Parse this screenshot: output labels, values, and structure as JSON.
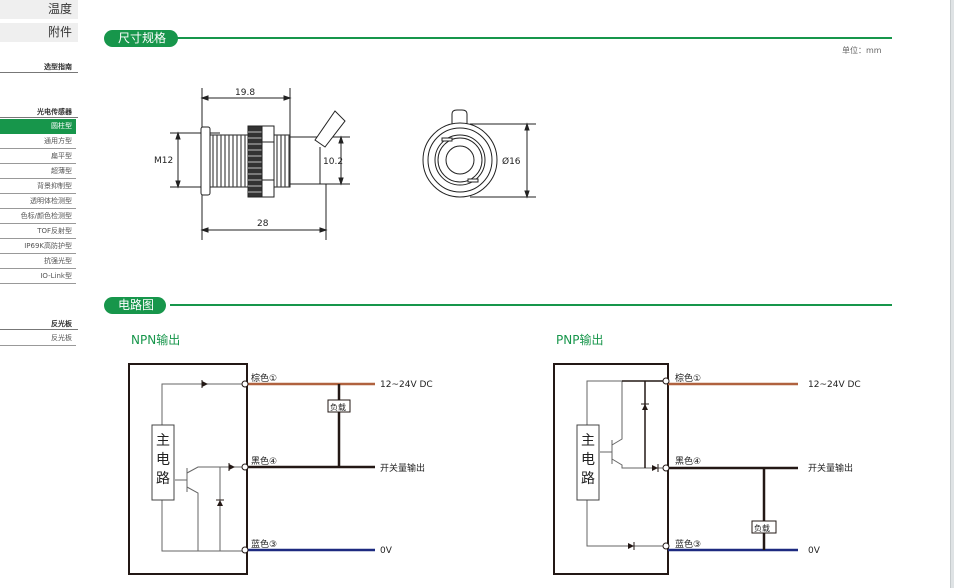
{
  "sidebar": {
    "top_items": [
      {
        "label": "温度"
      },
      {
        "label": "附件"
      }
    ],
    "guide_heading": "选型指南",
    "photoelectric_heading": "光电传感器",
    "photoelectric_items": [
      {
        "label": "圆柱型",
        "active": true
      },
      {
        "label": "通用方型"
      },
      {
        "label": "扁平型"
      },
      {
        "label": "超薄型"
      },
      {
        "label": "背景抑制型"
      },
      {
        "label": "透明体检测型"
      },
      {
        "label": "色标/颜色检测型"
      },
      {
        "label": "TOF反射型"
      },
      {
        "label": "IP69K高防护型"
      },
      {
        "label": "抗强光型"
      },
      {
        "label": "IO-Link型"
      }
    ],
    "reflector_heading": "反光板",
    "reflector_items": [
      {
        "label": "反光板"
      }
    ]
  },
  "dimensions": {
    "title": "尺寸规格",
    "unit": "单位：mm",
    "side_view": {
      "width_top": "19.8",
      "thread": "M12",
      "height_right": "10.2",
      "total_length": "28"
    },
    "front_view": {
      "diameter": "Ø16"
    }
  },
  "circuit": {
    "title": "电路图",
    "npn": {
      "title": "NPN输出",
      "main_circuit": [
        "主",
        "电",
        "路"
      ],
      "wire_brown": "棕色①",
      "wire_black": "黑色④",
      "wire_blue": "蓝色③",
      "label_supply": "12~24V DC",
      "label_output": "开关量输出",
      "label_zero": "0V",
      "load": "负载"
    },
    "pnp": {
      "title": "PNP输出",
      "main_circuit": [
        "主",
        "电",
        "路"
      ],
      "wire_brown": "棕色①",
      "wire_black": "黑色④",
      "wire_blue": "蓝色③",
      "label_supply": "12~24V DC",
      "label_output": "开关量输出",
      "label_zero": "0V",
      "load": "负载"
    }
  },
  "colors": {
    "accent": "#17964b",
    "wire_brown": "#b0623f",
    "wire_black": "#231815",
    "wire_blue": "#1d2a80"
  }
}
